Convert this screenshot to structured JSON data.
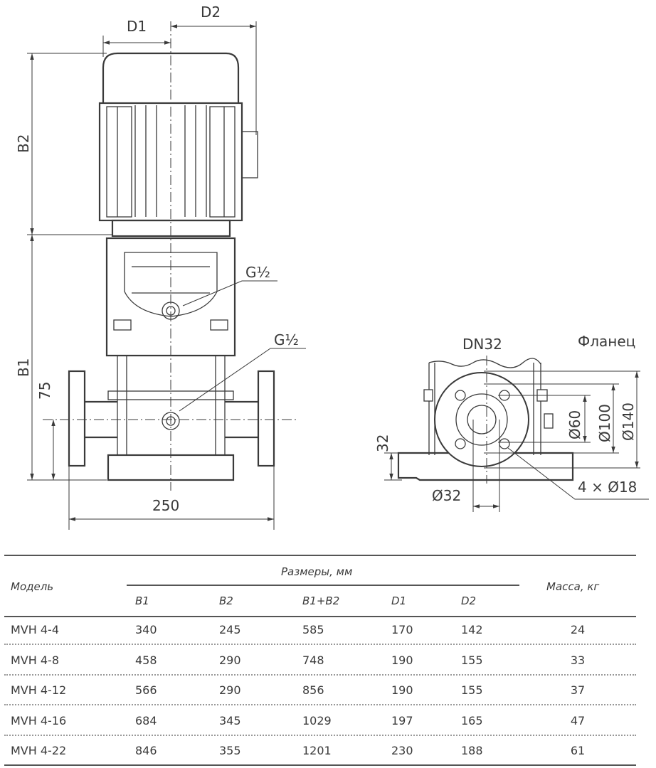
{
  "drawing": {
    "labels": {
      "d1": "D1",
      "d2": "D2",
      "b1": "B1",
      "b2": "B2",
      "g_upper": "G½",
      "g_lower": "G½",
      "h75": "75",
      "w250": "250",
      "dn": "DN32",
      "flange": "Фланец",
      "d60": "Ø60",
      "d100": "Ø100",
      "d140": "Ø140",
      "h32": "32",
      "d32": "Ø32",
      "holes": "4 × Ø18"
    }
  },
  "table": {
    "model_header": "Модель",
    "dims_header": "Размеры, мм",
    "mass_header": "Масса, кг",
    "columns": [
      "B1",
      "B2",
      "B1+B2",
      "D1",
      "D2"
    ],
    "rows": [
      {
        "model": "MVH 4-4",
        "b1": "340",
        "b2": "245",
        "sum": "585",
        "d1": "170",
        "d2": "142",
        "mass": "24"
      },
      {
        "model": "MVH 4-8",
        "b1": "458",
        "b2": "290",
        "sum": "748",
        "d1": "190",
        "d2": "155",
        "mass": "33"
      },
      {
        "model": "MVH 4-12",
        "b1": "566",
        "b2": "290",
        "sum": "856",
        "d1": "190",
        "d2": "155",
        "mass": "37"
      },
      {
        "model": "MVH 4-16",
        "b1": "684",
        "b2": "345",
        "sum": "1029",
        "d1": "197",
        "d2": "165",
        "mass": "47"
      },
      {
        "model": "MVH 4-22",
        "b1": "846",
        "b2": "355",
        "sum": "1201",
        "d1": "230",
        "d2": "188",
        "mass": "61"
      }
    ]
  }
}
